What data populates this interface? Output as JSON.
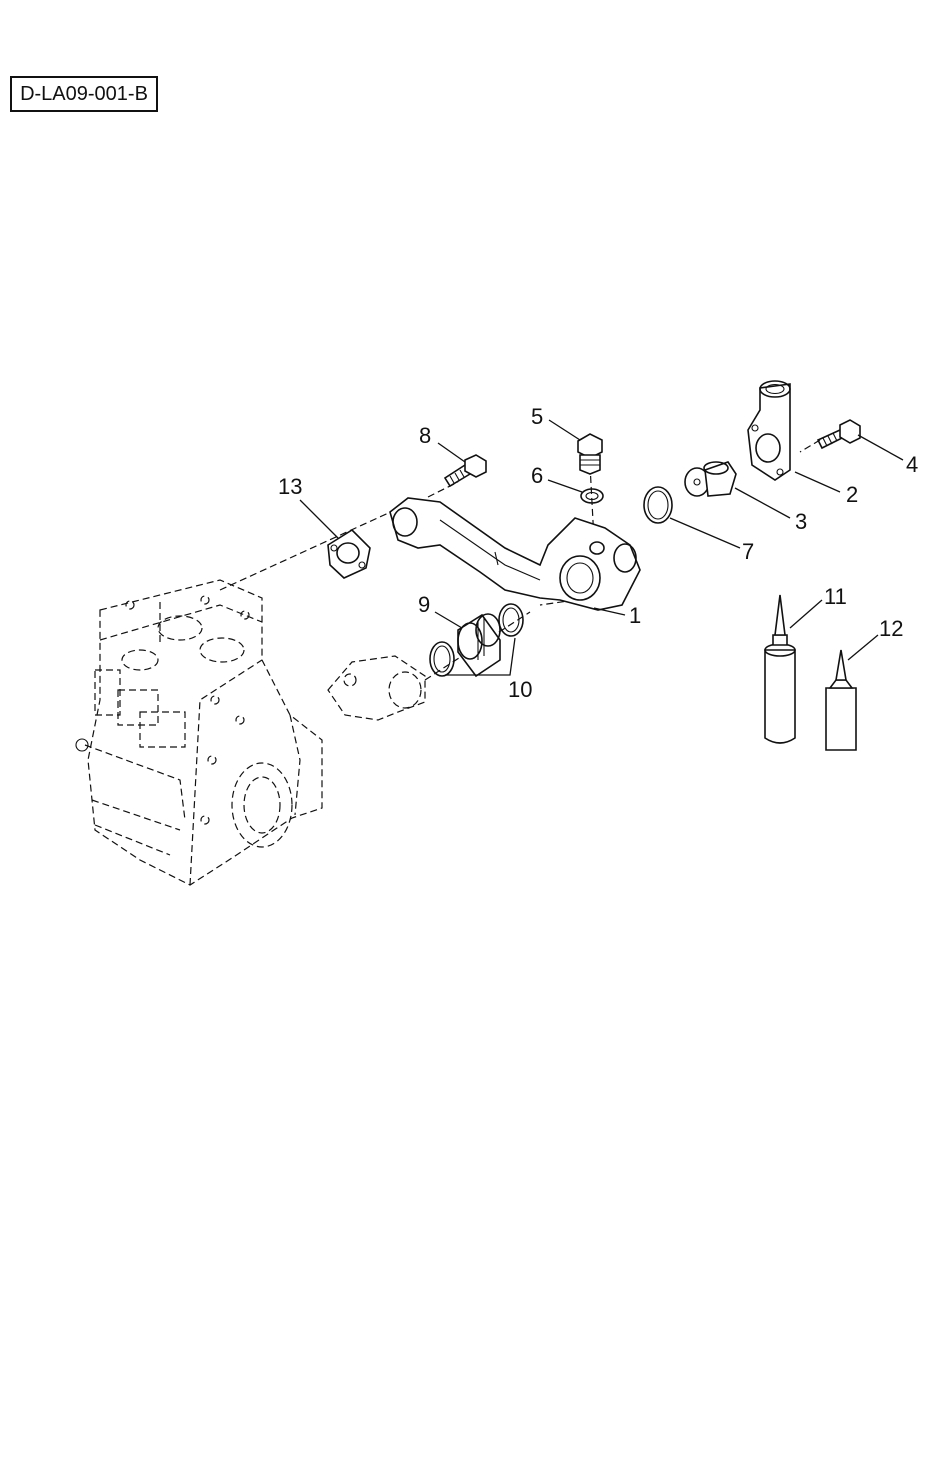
{
  "diagram_code": "D-LA09-001-B",
  "callouts": {
    "c1": "1",
    "c2": "2",
    "c3": "3",
    "c4": "4",
    "c5": "5",
    "c6": "6",
    "c7": "7",
    "c8": "8",
    "c9": "9",
    "c10": "10",
    "c11": "11",
    "c12": "12",
    "c13": "13"
  }
}
